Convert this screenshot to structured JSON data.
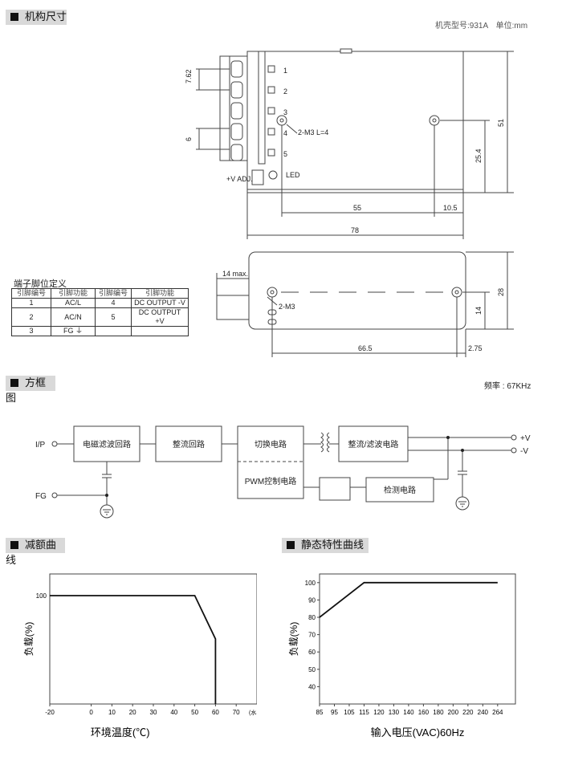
{
  "sections": {
    "mechanical": "机构尺寸",
    "block_diagram": "方框图",
    "derating": "减额曲线",
    "static": "静态特性曲线"
  },
  "mechanical": {
    "case_info": "机壳型号:931A　单位:mm",
    "pins": [
      "1",
      "2",
      "3",
      "4",
      "5"
    ],
    "labels": {
      "pitch_762": "7.62",
      "pitch_6": "6",
      "screw_top": "2-M3 L=4",
      "led": "LED",
      "vadj": "+V ADJ.",
      "dim_51": "51",
      "dim_254": "25.4",
      "dim_55": "55",
      "dim_105": "10.5",
      "dim_78": "78",
      "dim_14max": "14 max.",
      "screw_bottom": "2-M3",
      "dim_28": "28",
      "dim_14": "14",
      "dim_665": "66.5",
      "dim_275": "2.75"
    }
  },
  "pin_table": {
    "title": "端子脚位定义",
    "headers": [
      "引脚编号",
      "引脚功能",
      "引脚编号",
      "引脚功能"
    ],
    "rows": [
      [
        "1",
        "AC/L",
        "4",
        "DC OUTPUT -V"
      ],
      [
        "2",
        "AC/N",
        "5",
        "DC OUTPUT +V"
      ],
      [
        "3",
        "FG ⏚",
        "",
        ""
      ]
    ]
  },
  "block": {
    "freq": "频率 : 67KHz",
    "ip": "I/P",
    "fg": "FG",
    "emi": "电磁滤波回路",
    "rect": "整流回路",
    "switch": "切换电路",
    "pwm": "PWM控制电路",
    "outrect": "整流/滤波电路",
    "detect": "检测电路",
    "vplus": "+V",
    "vminus": "-V"
  },
  "chart_data": [
    {
      "type": "line",
      "title": "减额曲线",
      "xlabel": "环境温度(℃)",
      "ylabel": "负载(%)",
      "xunit": "(水平)",
      "xticks": [
        -20,
        0,
        10,
        20,
        30,
        40,
        50,
        60,
        70
      ],
      "yticks": [
        100
      ],
      "xlim": [
        -20,
        80
      ],
      "ylim": [
        0,
        120
      ],
      "series": [
        {
          "x": [
            -20,
            50,
            60,
            60
          ],
          "y": [
            100,
            100,
            60,
            0
          ]
        }
      ],
      "grid": false
    },
    {
      "type": "line",
      "title": "静态特性曲线",
      "xlabel": "输入电压(VAC)60Hz",
      "ylabel": "负载(%)",
      "xticks": [
        85,
        95,
        105,
        115,
        120,
        130,
        140,
        160,
        180,
        200,
        220,
        240,
        264
      ],
      "yticks": [
        40,
        50,
        60,
        70,
        80,
        90,
        100
      ],
      "ylim": [
        30,
        105
      ],
      "series": [
        {
          "x": [
            85,
            115,
            264
          ],
          "y": [
            80,
            100,
            100
          ]
        }
      ],
      "grid": false
    }
  ]
}
